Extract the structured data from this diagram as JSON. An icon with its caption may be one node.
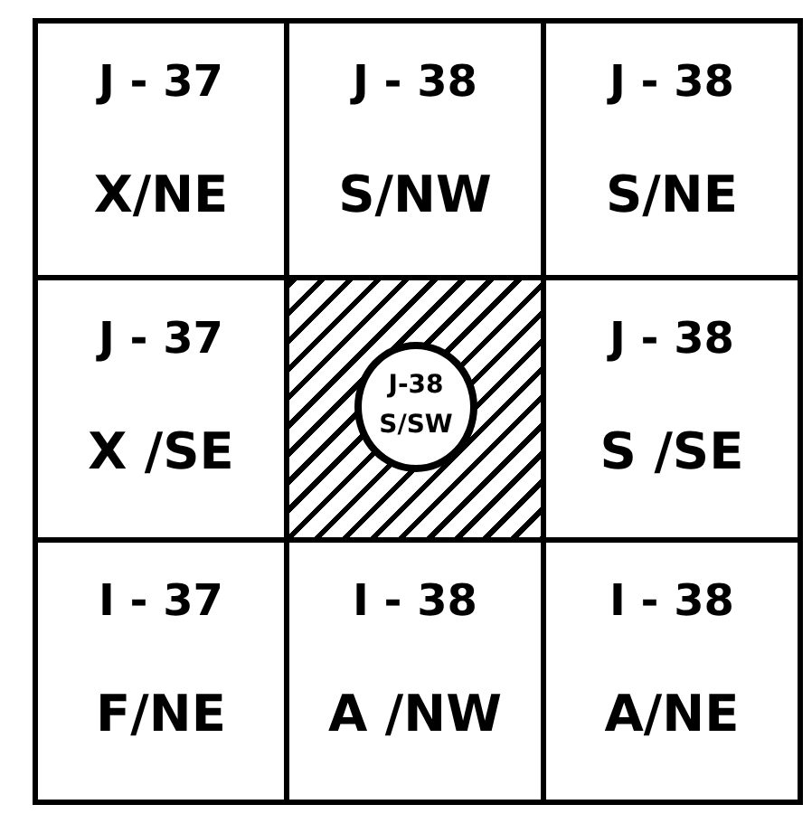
{
  "diagram": {
    "nodes": [
      {
        "text": [
          "J - 37",
          "X/NE"
        ]
      },
      {
        "text": [
          "J - 38",
          "S/NW"
        ]
      },
      {
        "text": [
          "J - 38",
          "S/NE"
        ]
      },
      {
        "text": [
          "J - 37",
          "X /SE"
        ]
      },
      {
        "text": [],
        "shape": "box"
      },
      {
        "text": [
          "J-38",
          "S/SW"
        ],
        "in": 4
      },
      {
        "text": [
          "J - 38",
          "S /SE"
        ]
      },
      {
        "text": [
          "I - 37",
          "F/NE"
        ]
      },
      {
        "text": [
          "I - 38",
          "A /NW"
        ]
      },
      {
        "text": [
          "I - 38",
          "A/NE"
        ]
      }
    ]
  }
}
